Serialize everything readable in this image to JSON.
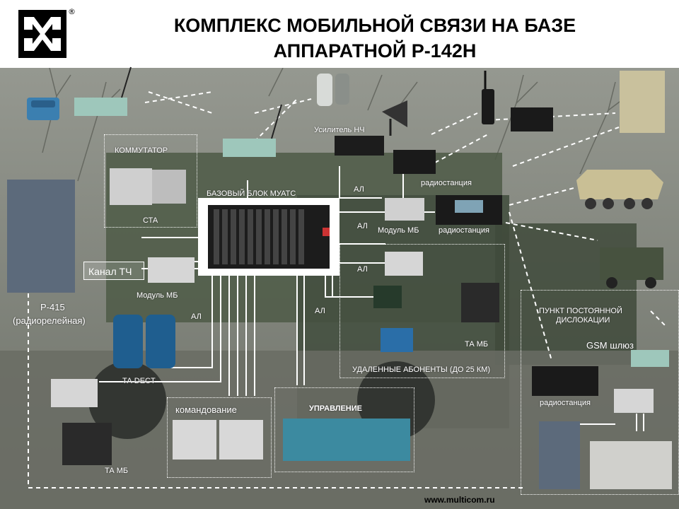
{
  "header": {
    "title_line1": "КОМПЛЕКС МОБИЛЬНОЙ СВЯЗИ НА БАЗЕ",
    "title_line2": "АППАРАТНОЙ Р-142Н",
    "registered_mark": "®"
  },
  "labels": {
    "kommutator": "КОММУТАТОР",
    "sta": "СТА",
    "base_unit": "БАЗОВЫЙ БЛОК МУАТС",
    "amplifier": "Усилитель НЧ",
    "radio_top": "радиостанция",
    "module_mb_right": "Модуль МБ",
    "radio_right": "радиостанция",
    "al_1": "АЛ",
    "al_2": "АЛ",
    "al_3": "АЛ",
    "al_4": "АЛ",
    "al_5": "АЛ",
    "canal_tch": "Канал ТЧ",
    "module_mb_left": "Модуль МБ",
    "r415_line1": "Р-415",
    "r415_line2": "(радиорелейная)",
    "ta_dect": "ТА DECT",
    "ta_mb_remote": "ТА МБ",
    "remote_subscribers": "УДАЛЕННЫЕ АБОНЕНТЫ (ДО 25 КМ)",
    "ta_mb_left": "ТА МБ",
    "command": "командование",
    "management": "УПРАВЛЕНИЕ",
    "permanent_post_line1": "ПУНКТ ПОСТОЯННОЙ",
    "permanent_post_line2": "ДИСЛОКАЦИИ",
    "gsm_gateway": "GSM шлюз",
    "radio_bottom": "радиостанция"
  },
  "footer": {
    "url": "www.multicom.ru"
  },
  "colors": {
    "background": "#6d7168",
    "sky": "#8a8d86",
    "truck": "#4a5642",
    "link": "#ffffff",
    "accent_device": "#9ec7bb"
  }
}
